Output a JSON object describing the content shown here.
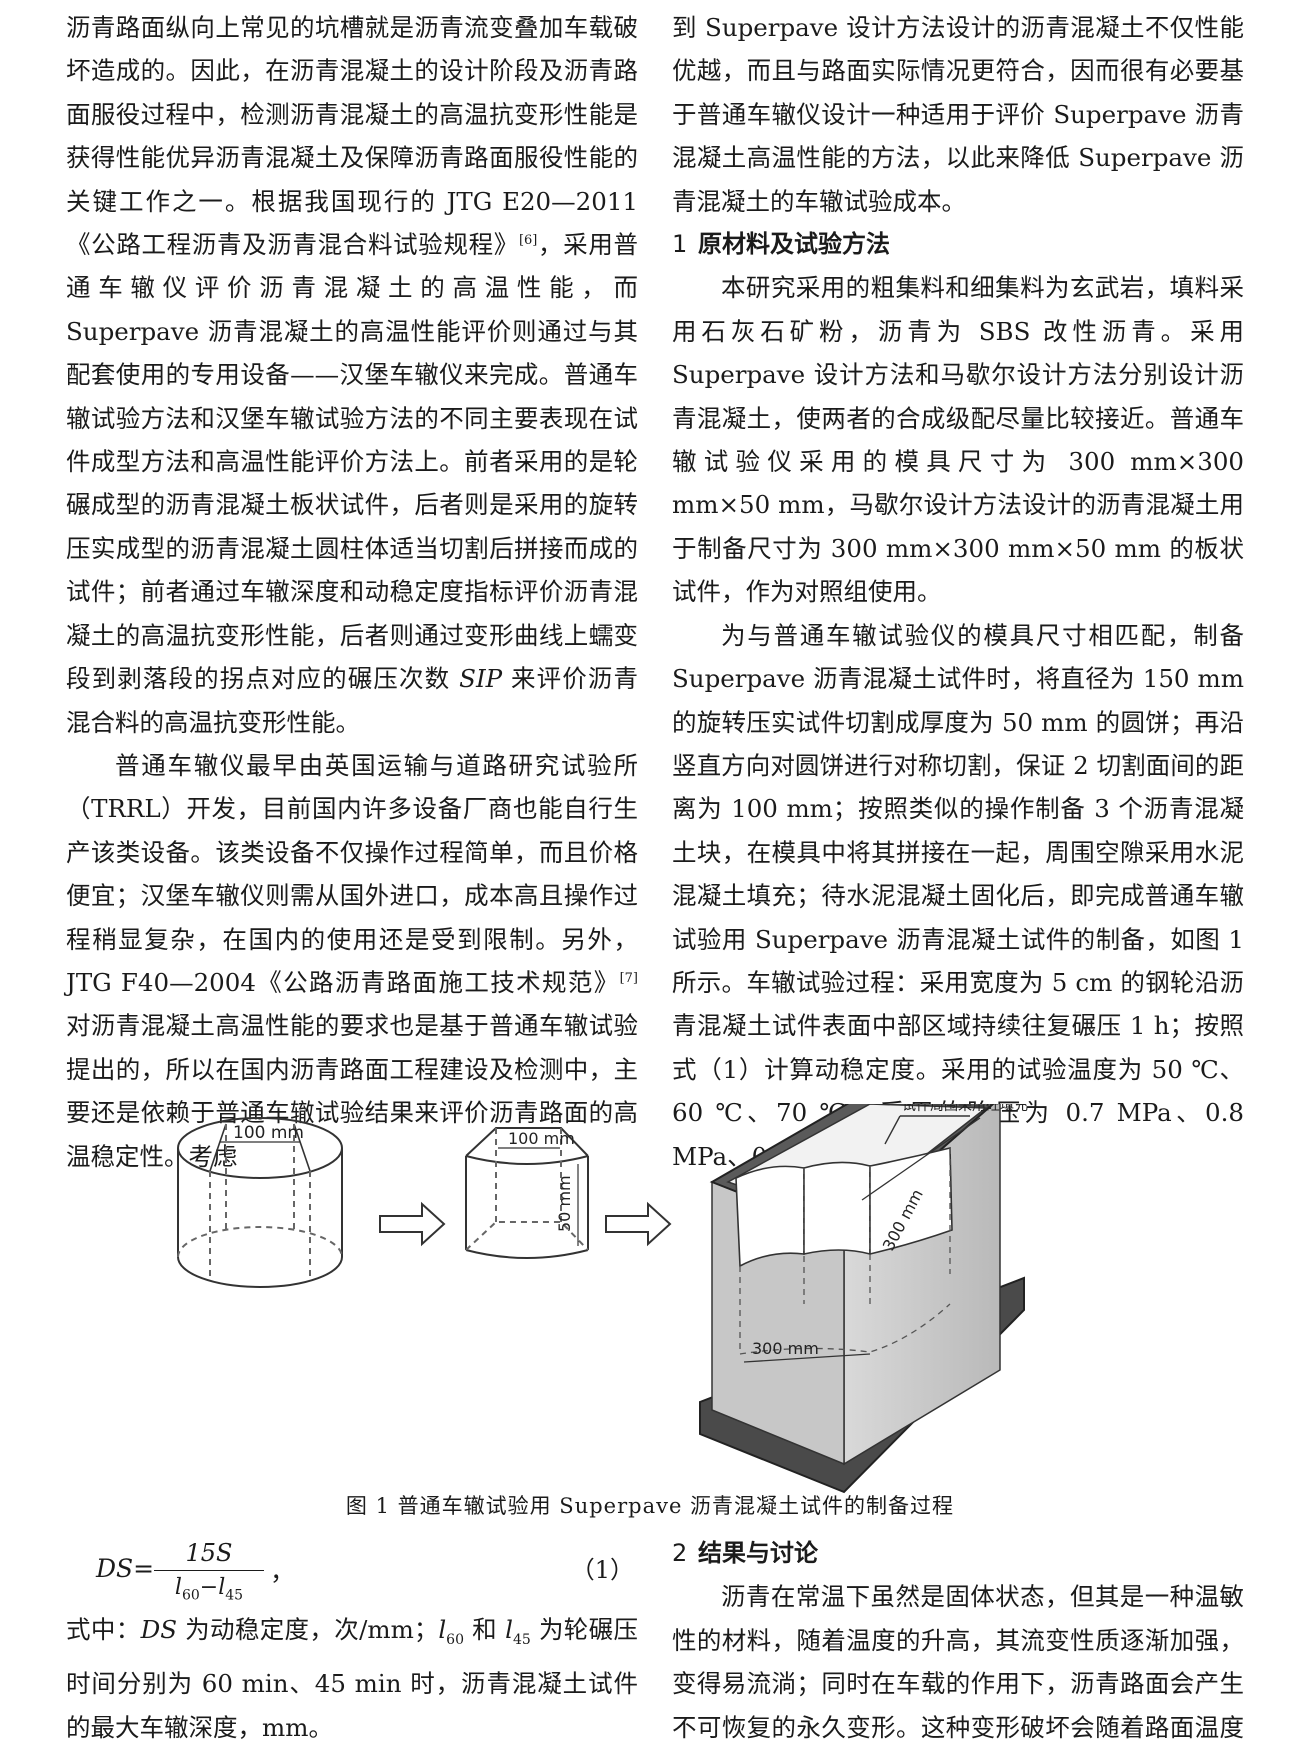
{
  "left_column": {
    "p1": "沥青路面纵向上常见的坑槽就是沥青流变叠加车载破坏造成的。因此，在沥青混凝土的设计阶段及沥青路面服役过程中，检测沥青混凝土的高温抗变形性能是获得性能优异沥青混凝土及保障沥青路面服役性能的关键工作之一。根据我国现行的 JTG E20—2011《公路工程沥青及沥青混合料试验规程》",
    "p1_ref": "[6]",
    "p1_cont": "，采用普通车辙仪评价沥青混凝土的高温性能，而 Superpave 沥青混凝土的高温性能评价则通过与其配套使用的专用设备——汉堡车辙仪来完成。普通车辙试验方法和汉堡车辙试验方法的不同主要表现在试件成型方法和高温性能评价方法上。前者采用的是轮碾成型的沥青混凝土板状试件，后者则是采用的旋转压实成型的沥青混凝土圆柱体适当切割后拼接而成的试件；前者通过车辙深度和动稳定度指标评价沥青混凝土的高温抗变形性能，后者则通过变形曲线上蠕变段到剥落段的拐点对应的碾压次数 ",
    "p1_sip": "SIP",
    "p1_end": " 来评价沥青混合料的高温抗变形性能。",
    "p2": "普通车辙仪最早由英国运输与道路研究试验所（TRRL）开发，目前国内许多设备厂商也能自行生产该类设备。该类设备不仅操作过程简单，而且价格便宜；汉堡车辙仪则需从国外进口，成本高且操作过程稍显复杂，在国内的使用还是受到限制。另外，JTG F40—2004《公路沥青路面施工技术规范》",
    "p2_ref": "[7]",
    "p2_cont": "对沥青混凝土高温性能的要求也是基于普通车辙试验提出的，所以在国内沥青路面工程建设及检测中，主要还是依赖于普通车辙试验结果来评价沥青路面的高温稳定性。考虑"
  },
  "right_column": {
    "p0": "到 Superpave 设计方法设计的沥青混凝土不仅性能优越，而且与路面实际情况更符合，因而很有必要基于普通车辙仪设计一种适用于评价 Superpave 沥青混凝土高温性能的方法，以此来降低 Superpave 沥青混凝土的车辙试验成本。",
    "h1_num": "1",
    "h1_title": "原材料及试验方法",
    "p1": "本研究采用的粗集料和细集料为玄武岩，填料采用石灰石矿粉，沥青为 SBS 改性沥青。采用 Superpave 设计方法和马歇尔设计方法分别设计沥青混凝土，使两者的合成级配尽量比较接近。普通车辙试验仪采用的模具尺寸为 300 mm×300 mm×50 mm，马歇尔设计方法设计的沥青混凝土用于制备尺寸为 300 mm×300 mm×50 mm 的板状试件，作为对照组使用。",
    "p2": "为与普通车辙试验仪的模具尺寸相匹配，制备 Superpave 沥青混凝土试件时，将直径为 150 mm 的旋转压实试件切割成厚度为 50 mm 的圆饼；再沿竖直方向对圆饼进行对称切割，保证 2 切割面间的距离为 100 mm；按照类似的操作制备 3 个沥青混凝土块，在模具中将其拼接在一起，周围空隙采用水泥混凝土填充；待水泥混凝土固化后，即完成普通车辙试验用 Superpave 沥青混凝土试件的制备，如图 1 所示。车辙试验过程：采用宽度为 5 cm 的钢轮沿沥青混凝土试件表面中部区域持续往复碾压 1 h；按照式（1）计算动稳定度。采用的试验温度为 50 ℃、60 ℃、70 ℃；采用的胎压为 0.7 MPa、0.8 MPa、0.9 MPa。"
  },
  "figure": {
    "label_100a": "100 mm",
    "label_100b": "100 mm",
    "label_50": "50 mm",
    "label_300a": "300 mm",
    "label_300b": "300 mm",
    "label_fill": "试件周围采用砼填充",
    "caption": "图 1  普通车辙试验用 Superpave 沥青混凝土试件的制备过程"
  },
  "formula": {
    "lhs": "DS=",
    "numerator": "15S",
    "den_a": "l",
    "den_a_sub": "60",
    "den_minus": "−",
    "den_b": "l",
    "den_b_sub": "45",
    "comma": "，",
    "eq_number": "（1）"
  },
  "definition": {
    "t1": "式中：",
    "ds": "DS",
    "t2": " 为动稳定度，次/mm；",
    "l60": "l",
    "l60_sub": "60",
    "t3": " 和 ",
    "l45": "l",
    "l45_sub": "45",
    "t4": " 为轮碾压时间分别为 60 min、45 min 时，沥青混凝土试件的最大车辙深度，mm。"
  },
  "section2": {
    "h2_num": "2",
    "h2_title": "结果与讨论",
    "p1": "沥青在常温下虽然是固体状态，但其是一种温敏性的材料，随着温度的升高，其流变性质逐渐加强，变得易流淌；同时在车载的作用下，沥青路面会产生不可恢复的永久变形。这种变形破坏会随着路面温度和车"
  }
}
